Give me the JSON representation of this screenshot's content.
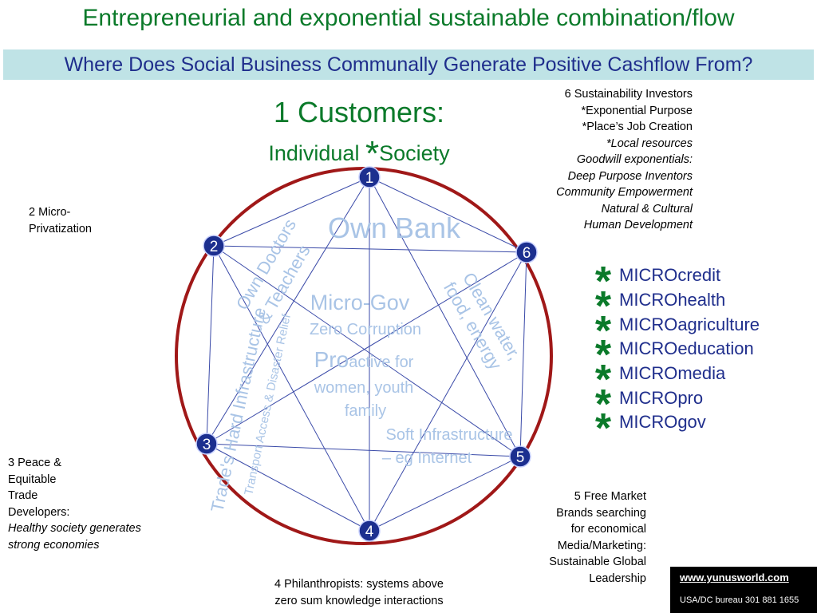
{
  "title": "Entrepreneurial and exponential sustainable combination/flow",
  "banner": "Where Does  Social Business Communally Generate Positive Cashflow From?",
  "customers": {
    "heading": "1 Customers:",
    "sub_left": "Individual ",
    "star": "*",
    "sub_right": "Society"
  },
  "investors": {
    "lines": [
      "6 Sustainability Investors",
      "*Exponential Purpose",
      "*Place’s Job Creation"
    ],
    "italic_lines": [
      "*Local resources",
      "Goodwill exponentials:",
      "Deep Purpose Inventors",
      "Community Empowerment",
      "Natural & Cultural",
      "Human Development"
    ]
  },
  "privatization": [
    "2 Micro-",
    "Privatization"
  ],
  "peace": {
    "lines": [
      "3 Peace &",
      "Equitable",
      "Trade",
      "Developers:"
    ],
    "italic_lines": [
      "Healthy society generates",
      "strong economies"
    ]
  },
  "market": [
    "5 Free Market",
    "Brands searching",
    "for economical",
    "Media/Marketing:",
    "Sustainable Global",
    "Leadership"
  ],
  "philanthropists": [
    "4 Philanthropists: systems above",
    "zero sum knowledge interactions"
  ],
  "diagram": {
    "nodes": [
      "1",
      "2",
      "6",
      "3",
      "5",
      "4"
    ],
    "own_bank": "Own Bank",
    "micro_gov": "Micro-Gov",
    "zero_corruption": "Zero Corruption",
    "pro_big": "Pro",
    "pro_small": "active for",
    "women_youth": "women, youth",
    "family": "family",
    "soft_infra_1": "Soft Infrastructure",
    "soft_infra_2": "– eg Internet",
    "own_doctors": "Own Doctors",
    "teachers": "& Teachers",
    "clean_water": "Clean water,",
    "food_energy": "food, energy",
    "trade_hard": "Trade's Hard Infrastructure",
    "transport": "Transport Access & Disaster Relief"
  },
  "micro_items": [
    "MICROcredit",
    "MICROhealth",
    "MICROagriculture",
    "MICROeducation",
    "MICROmedia",
    "MICROpro",
    "MICROgov"
  ],
  "micro_star": "*",
  "footer": {
    "link": "www.yunusworld.com",
    "phone": "USA/DC bureau 301 881 1655"
  },
  "colors": {
    "title_green": "#0b7a2a",
    "banner_bg": "#bfe3e6",
    "navy": "#1f2e8c",
    "circle_red": "#a01818",
    "node_blue": "#1c2f8f",
    "faint_blue": "#a9c4e6"
  }
}
